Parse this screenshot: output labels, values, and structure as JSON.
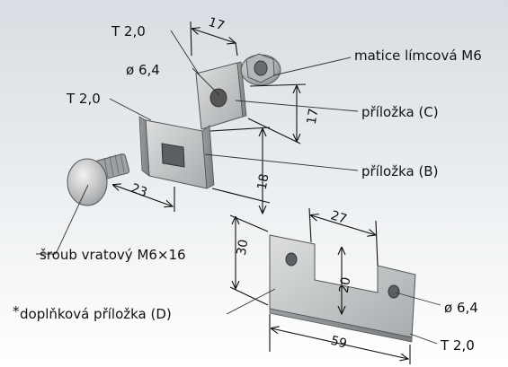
{
  "labels": {
    "t_top": "T 2,0",
    "d_top": "ø 6,4",
    "t_mid": "T 2,0",
    "nut": "matice límcová M6",
    "plate_c": "příložka (C)",
    "plate_b": "příložka (B)",
    "bolt": "šroub vratový M6×16",
    "plate_d": "doplňková příložka (D)",
    "plate_d_star": "*",
    "d_bottom": "ø 6,4",
    "t_bottom": "T 2,0"
  },
  "dimensions": {
    "dim_17_top": "17",
    "dim_17_side": "17",
    "dim_18": "18",
    "dim_23": "23",
    "dim_27": "27",
    "dim_30": "30",
    "dim_20": "20",
    "dim_59": "59"
  },
  "colors": {
    "background_top": "#d9dfe4",
    "background_bottom": "#ffffff",
    "metal_light": "#c4c6c8",
    "metal_dark": "#8e9194",
    "ink": "#111111"
  }
}
